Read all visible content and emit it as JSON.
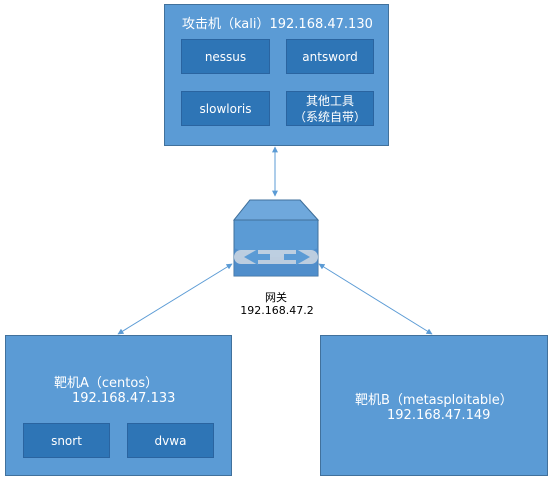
{
  "attacker": {
    "title": "攻击机（kali）192.168.47.130",
    "tools": [
      "nessus",
      "antsword",
      "slowloris",
      "其他工具",
      "（系统自带）"
    ]
  },
  "gateway": {
    "label": "网关",
    "ip": "192.168.47.2"
  },
  "target_a": {
    "title": "靶机A（centos）",
    "ip": "192.168.47.133",
    "services": [
      "snort",
      "dvwa"
    ]
  },
  "target_b": {
    "title": "靶机B（metasploitable）",
    "ip": "192.168.47.149"
  },
  "colors": {
    "node_fill": "#5b9bd5",
    "chip_fill": "#2e75b6",
    "edge": "#5b9bd5"
  }
}
